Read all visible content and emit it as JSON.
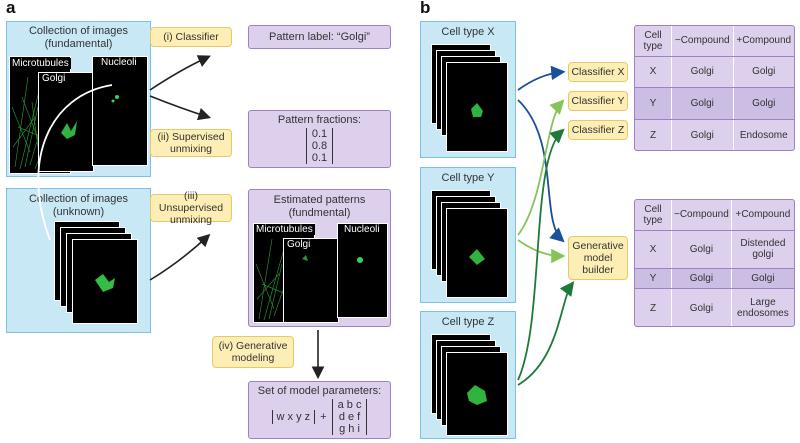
{
  "panel_a": {
    "letter": "a",
    "fundamental": {
      "title_line1": "Collection of images",
      "title_line2": "(fundamental)",
      "labels": [
        "Microtubules",
        "Golgi",
        "Nucleoli"
      ]
    },
    "unknown": {
      "title_line1": "Collection of images",
      "title_line2": "(unknown)"
    },
    "classifier": "(i) Classifier",
    "pattern_label": "Pattern label: “Golgi”",
    "supervised_line1": "(ii) Supervised",
    "supervised_line2": "unmixing",
    "pattern_fractions": {
      "title": "Pattern fractions:",
      "values": [
        "0.1",
        "0.8",
        "0.1"
      ]
    },
    "unsupervised_line1": "(iii) Unsupervised",
    "unsupervised_line2": "unmixing",
    "estimated": {
      "title_line1": "Estimated patterns",
      "title_line2": "(fundmental)",
      "labels": [
        "Microtubules",
        "Golgi",
        "Nucleoli"
      ]
    },
    "generative_line1": "(iv) Generative",
    "generative_line2": "modeling",
    "model_params": {
      "title": "Set of model parameters:",
      "vector": "w x y z",
      "plus": "+",
      "matrix": [
        "a b c",
        "d e f",
        "g h i"
      ]
    }
  },
  "panel_b": {
    "letter": "b",
    "cell_types": [
      "Cell type X",
      "Cell type Y",
      "Cell type Z"
    ],
    "classifiers": [
      "Classifier X",
      "Classifier Y",
      "Classifier Z"
    ],
    "builder": [
      "Generative",
      "model",
      "builder"
    ],
    "table1": {
      "header": [
        "Cell type",
        "−Compound",
        "+Compound"
      ],
      "rows": [
        [
          "X",
          "Golgi",
          "Golgi"
        ],
        [
          "Y",
          "Golgi",
          "Golgi"
        ],
        [
          "Z",
          "Golgi",
          "Endosome"
        ]
      ]
    },
    "table2": {
      "header": [
        "Cell type",
        "−Compound",
        "+Compound"
      ],
      "rows": [
        [
          "X",
          "Golgi",
          "Distended golgi"
        ],
        [
          "Y",
          "Golgi",
          "Golgi"
        ],
        [
          "Z",
          "Golgi",
          "Large endosomes"
        ]
      ]
    }
  },
  "colors": {
    "arrow_dark": "#222222",
    "arrow_blue": "#1a4f9c",
    "arrow_light_green": "#86c45a",
    "arrow_green": "#1e7a3a",
    "cell_green": "#39d24a"
  }
}
